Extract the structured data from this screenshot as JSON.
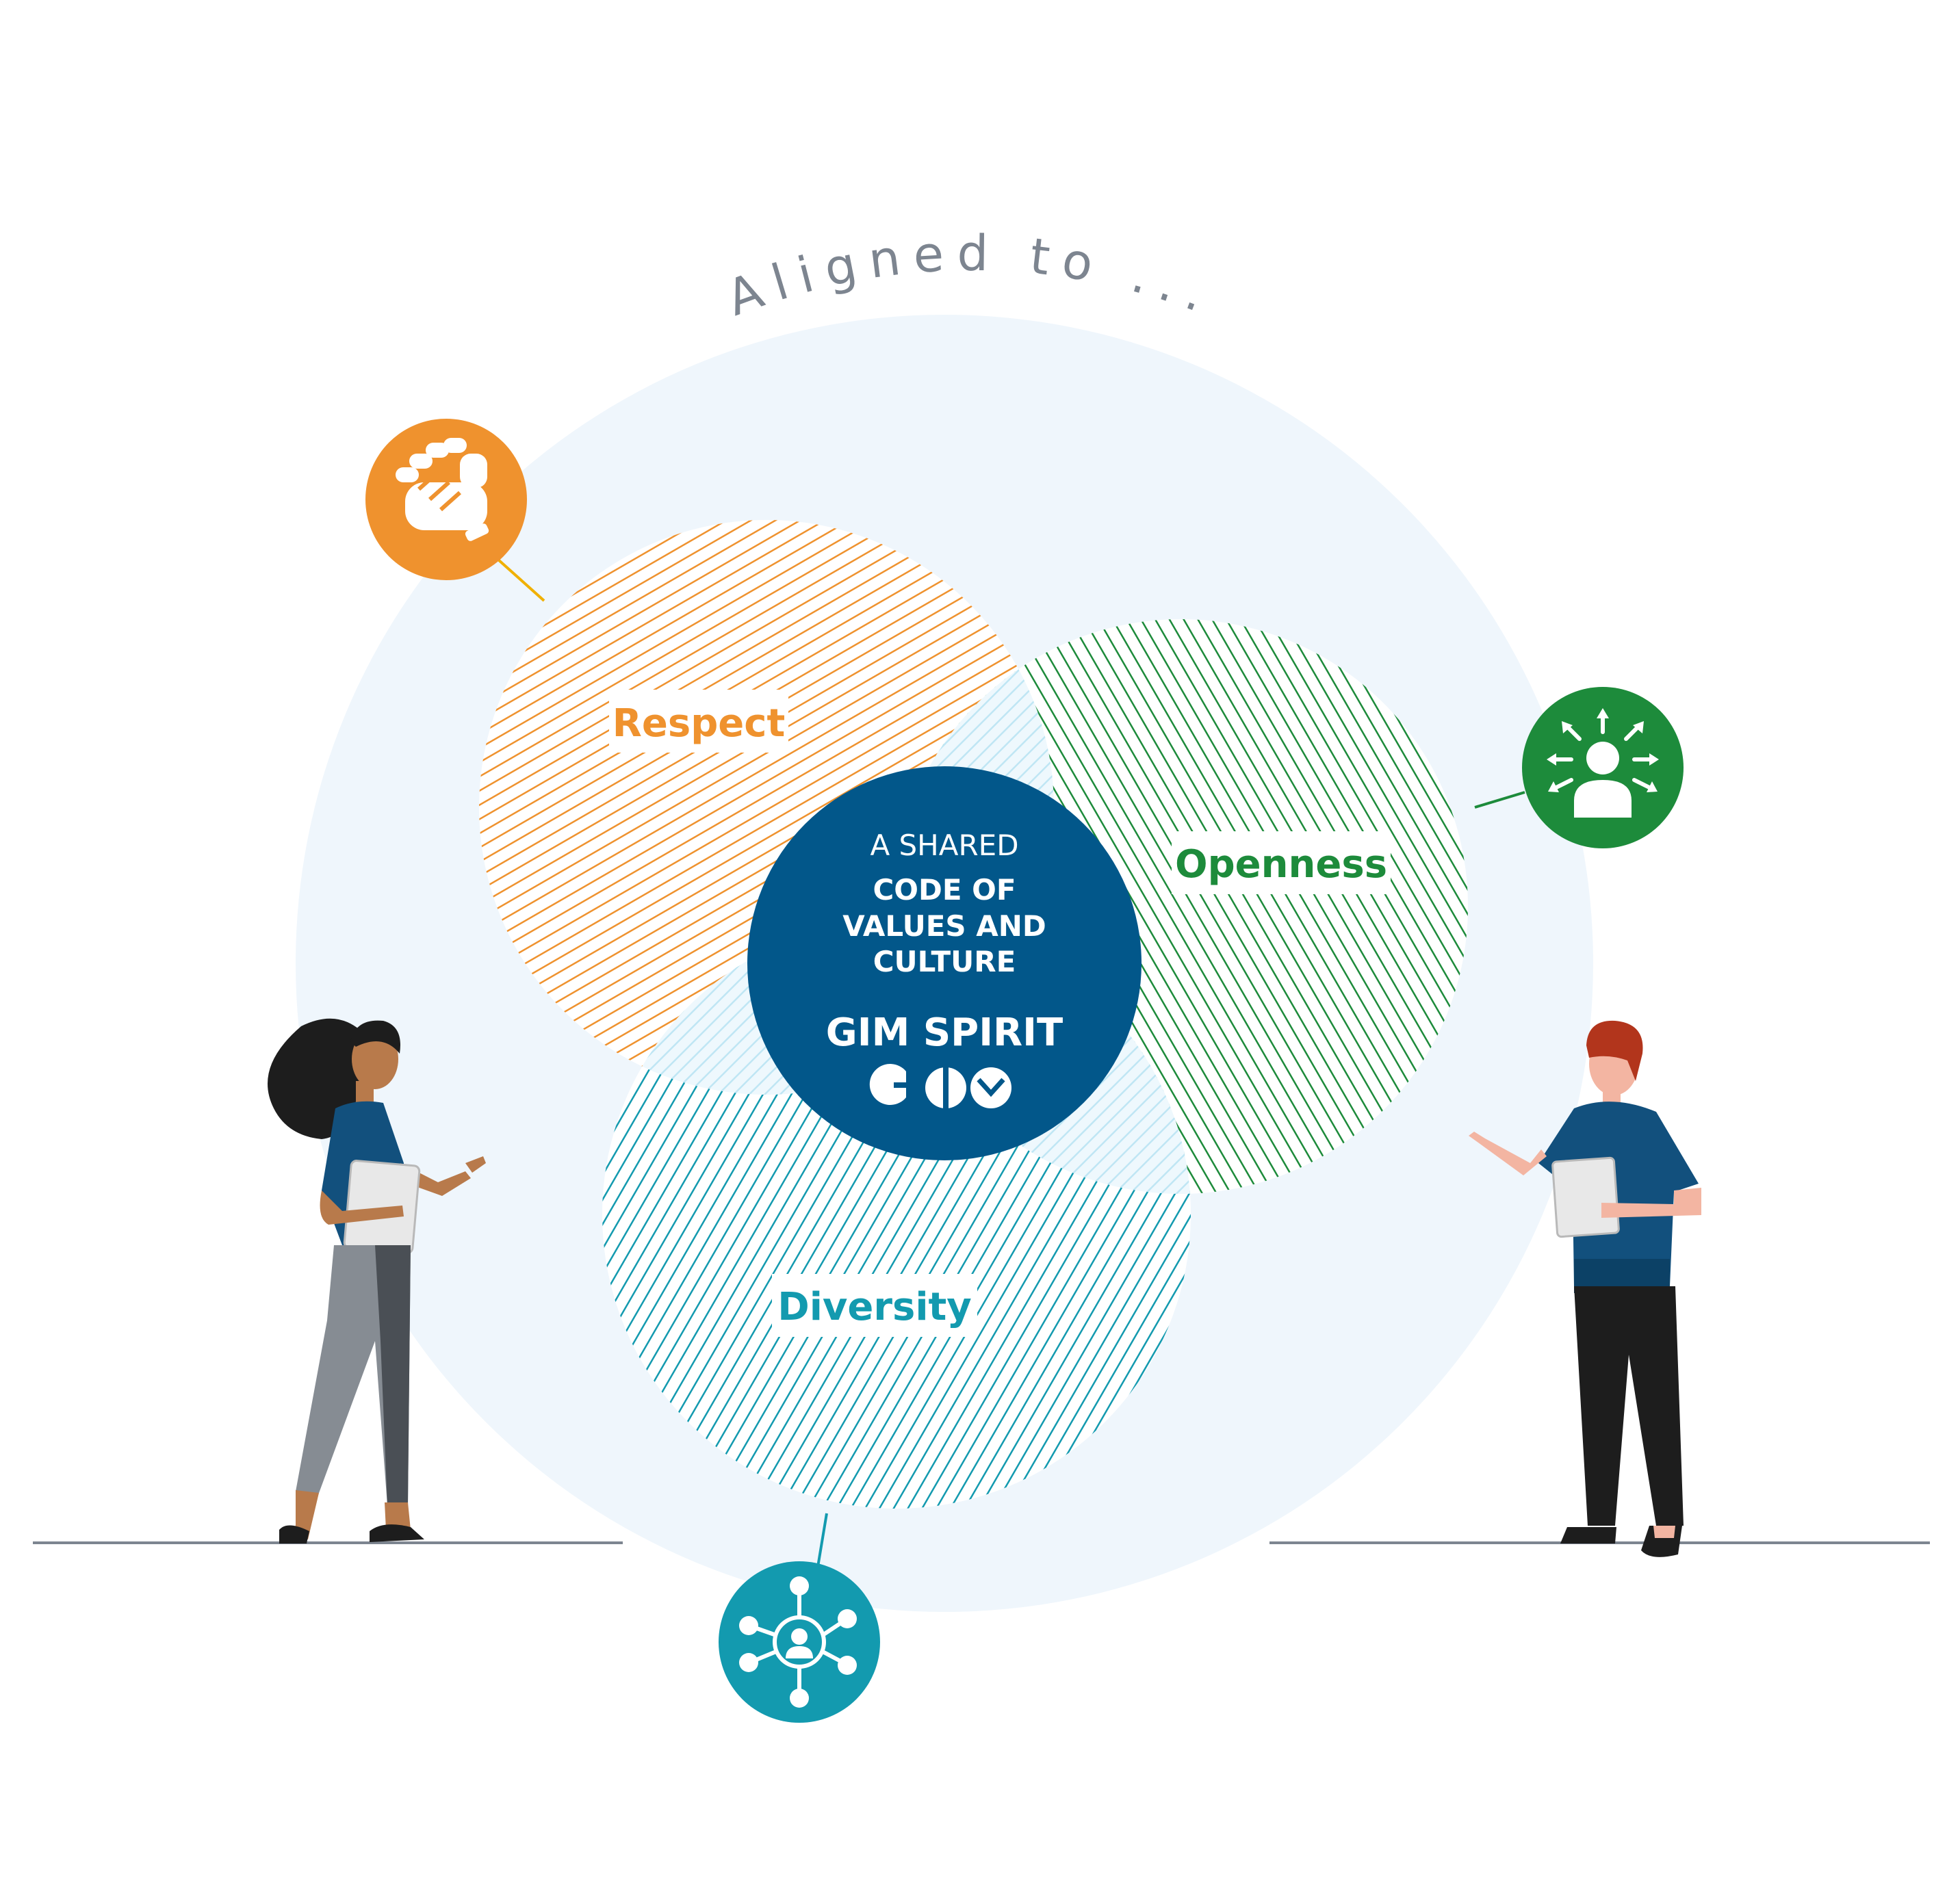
{
  "heading": {
    "text": "Aligned to ...",
    "color": "#7d8590"
  },
  "values": [
    {
      "name": "Respect",
      "color": "#ef922e",
      "icon": "handshake-icon"
    },
    {
      "name": "Openness",
      "color": "#1d8b3b",
      "icon": "person-arrows-icon"
    },
    {
      "name": "Diversity",
      "color": "#139aaf",
      "icon": "network-person-icon"
    }
  ],
  "center": {
    "line1": "A SHARED",
    "line2": "CODE OF",
    "line3": "VALUES AND",
    "line4": "CULTURE",
    "brand": "GIM SPIRIT",
    "logo_icon": "gim-logo-icon",
    "color": "#02578a"
  },
  "background_circle_color": "#eff6fc"
}
